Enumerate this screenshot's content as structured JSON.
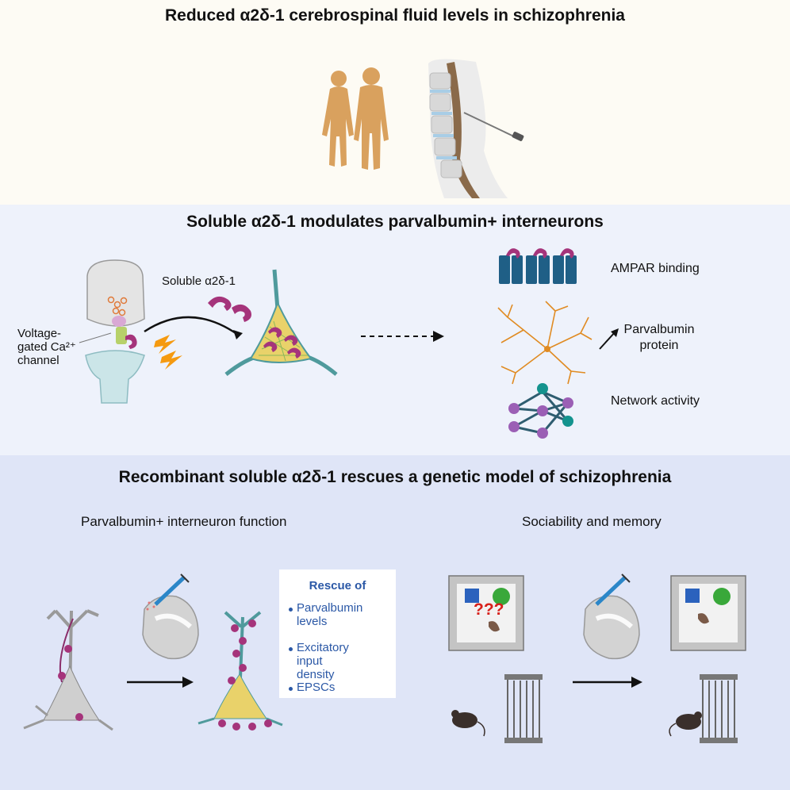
{
  "panels": {
    "top": {
      "title": "Reduced α2δ-1 cerebrospinal fluid levels in schizophrenia"
    },
    "middle": {
      "title": "Soluble α2δ-1 modulates parvalbumin+ interneurons",
      "labels": {
        "soluble": "Soluble α2δ-1",
        "channel_line1": "Voltage-",
        "channel_line2": "gated Ca²⁺",
        "channel_line3": "channel",
        "ampar": "AMPAR binding",
        "parv_line1": "Parvalbumin",
        "parv_line2": "protein",
        "network": "Network activity"
      }
    },
    "bottom": {
      "title": "Recombinant soluble α2δ-1 rescues a genetic model of schizophrenia",
      "left_subtitle": "Parvalbumin+ interneuron function",
      "right_subtitle": "Sociability and memory",
      "rescue": {
        "title": "Rescue of",
        "items": [
          {
            "line1": "Parvalbumin",
            "line2": "levels",
            "line3": ""
          },
          {
            "line1": "Excitatory",
            "line2": "input",
            "line3": "density"
          },
          {
            "line1": "EPSCs",
            "line2": "",
            "line3": ""
          }
        ]
      },
      "question_marks": "???"
    }
  },
  "colors": {
    "top_bg": "#fdfbf4",
    "middle_bg": "#eef2fb",
    "bottom_bg": "#dfe5f7",
    "alpha2delta": "#a5347b",
    "rescue_text": "#2b58a6",
    "skin": "#d9a15e",
    "neuron_teal": "#4f9a9c",
    "dendrite_orange": "#e08b22",
    "network_purple": "#9b5fb5",
    "network_teal": "#14938e"
  },
  "icons": [
    "human-figures-icon",
    "spine-needle-icon",
    "synapse-icon",
    "lightning-icon",
    "interneuron-icon",
    "ampar-icon",
    "dendrite-tree-icon",
    "network-icon",
    "brain-syringe-icon",
    "neuron-icon",
    "arena-icon",
    "cage-icon",
    "mouse-icon"
  ]
}
